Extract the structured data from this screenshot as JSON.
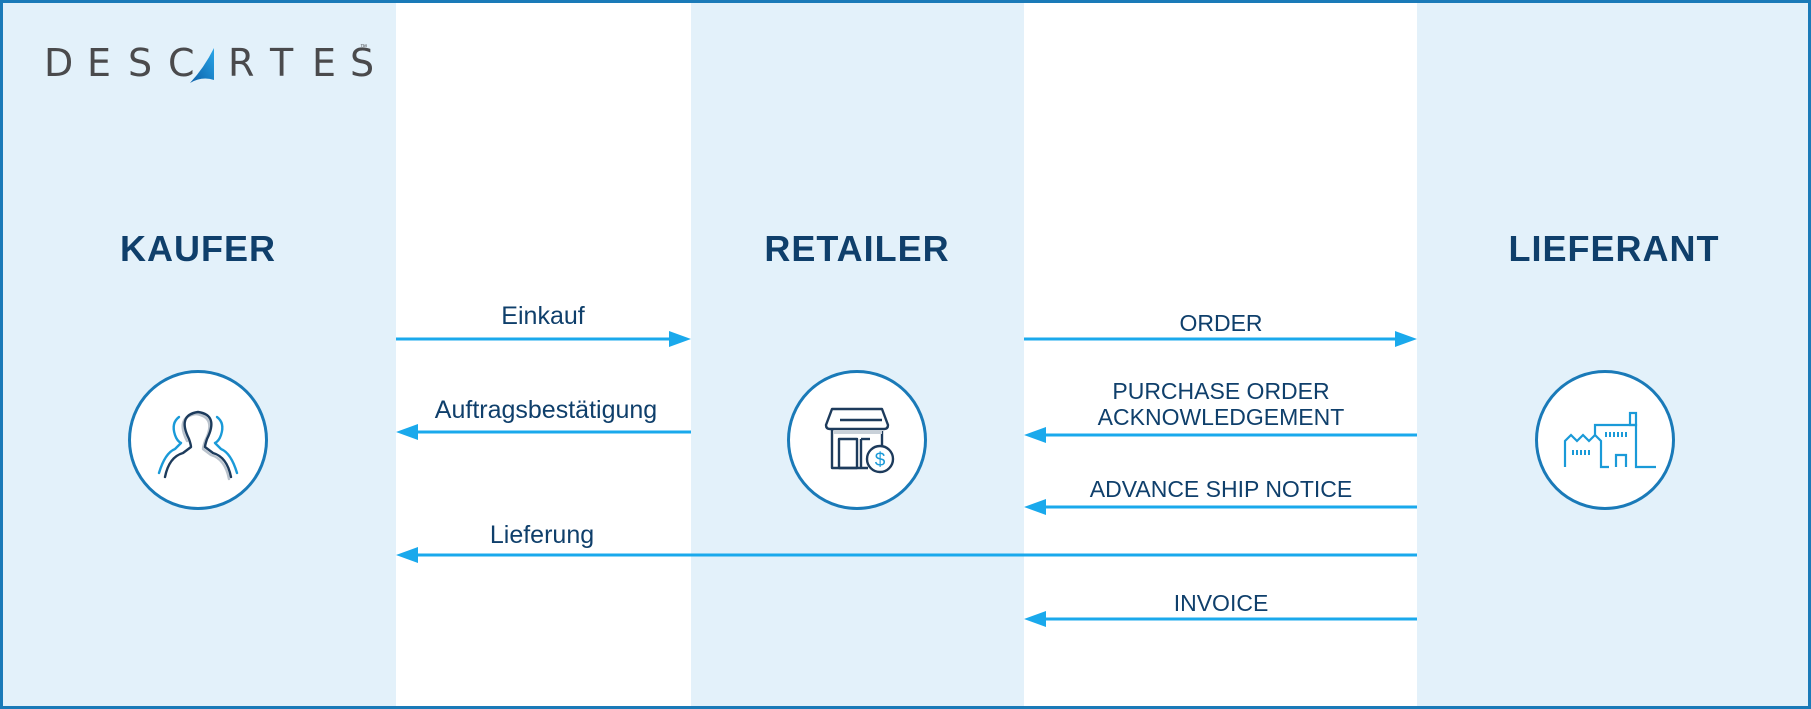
{
  "logo": {
    "letters": [
      "D",
      "E",
      "S",
      "C",
      "R",
      "T",
      "E",
      "S"
    ],
    "trademark": "™",
    "brand": "DESCARTES"
  },
  "columns": [
    {
      "title": "KAUFER",
      "icon": "buyer-group-icon"
    },
    {
      "title": "RETAILER",
      "icon": "store-dollar-icon"
    },
    {
      "title": "LIEFERANT",
      "icon": "factory-icon"
    }
  ],
  "flows": [
    {
      "label": "Einkauf",
      "from": "KAUFER",
      "to": "RETAILER",
      "direction": "right"
    },
    {
      "label": "Auftragsbestätigung",
      "from": "RETAILER",
      "to": "KAUFER",
      "direction": "left"
    },
    {
      "label": "Lieferung",
      "from": "LIEFERANT",
      "to": "KAUFER",
      "direction": "left"
    },
    {
      "label": "ORDER",
      "from": "RETAILER",
      "to": "LIEFERANT",
      "direction": "right"
    },
    {
      "label_line1": "PURCHASE ORDER",
      "label_line2": "ACKNOWLEDGEMENT",
      "from": "LIEFERANT",
      "to": "RETAILER",
      "direction": "left"
    },
    {
      "label": "ADVANCE SHIP NOTICE",
      "from": "LIEFERANT",
      "to": "RETAILER",
      "direction": "left"
    },
    {
      "label": "INVOICE",
      "from": "LIEFERANT",
      "to": "RETAILER",
      "direction": "left"
    }
  ],
  "colors": {
    "arrow": "#1aa9ec",
    "title": "#0f3f6b",
    "panel": "#e3f1fa",
    "border": "#1a7ab8",
    "logo_text": "#4a4a4c"
  }
}
